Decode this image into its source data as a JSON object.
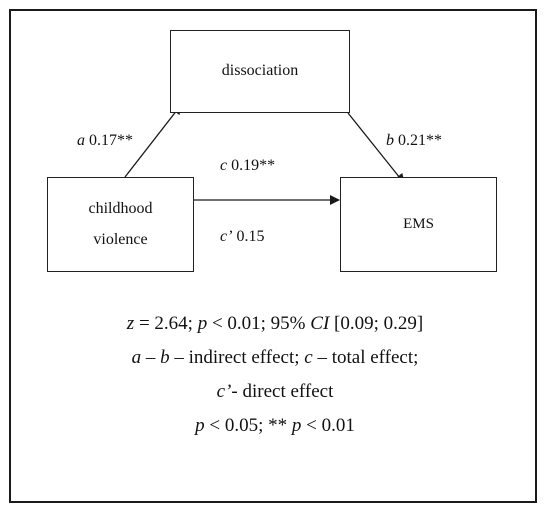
{
  "nodes": {
    "dissociation": "dissociation",
    "childhood_line1": "childhood",
    "childhood_line2": "violence",
    "ems": "EMS"
  },
  "paths": {
    "a": {
      "symbol": "a",
      "value": " 0.17**"
    },
    "b": {
      "symbol": "b",
      "value": " 0.21**"
    },
    "c": {
      "symbol": "c",
      "value": " 0.19**"
    },
    "c_prime": {
      "symbol": "c’",
      "value": " 0.15"
    }
  },
  "notes": {
    "line1": {
      "z_sym": "z",
      "z_val": " = 2.64; ",
      "p_sym": "p",
      "p_val": " < 0.01; 95% ",
      "ci_sym": "CI",
      "ci_val": " [0.09; 0.29]"
    },
    "line2": {
      "a_sym": "a",
      "dash": " – ",
      "b_sym": "b",
      "indirect": " – indirect effect; ",
      "c_sym": "c",
      "total": " – total effect;"
    },
    "line3": {
      "cp_sym": "c’",
      "direct": "- direct effect"
    },
    "line4": {
      "p1_sym": "p",
      "p1_val": " < 0.05; ** ",
      "p2_sym": "p",
      "p2_val": " < 0.01"
    }
  },
  "colors": {
    "line": "#1a1a1a"
  }
}
